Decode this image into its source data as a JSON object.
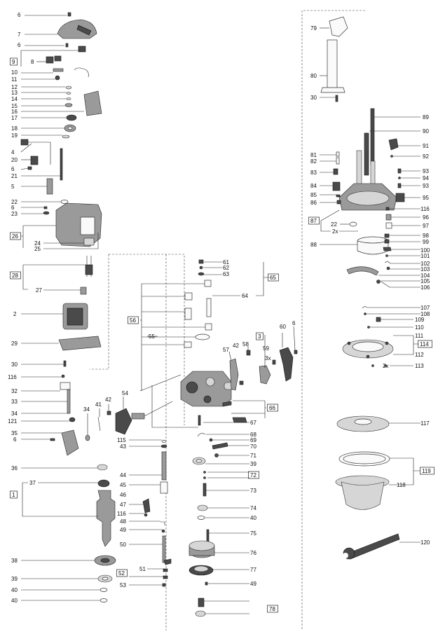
{
  "labels_left": [
    "6",
    "7",
    "6",
    "8",
    "9",
    "10",
    "11",
    "12",
    "13",
    "14",
    "15",
    "16",
    "17",
    "18",
    "19",
    "4",
    "20",
    "6",
    "21",
    "5",
    "22",
    "6",
    "23",
    "26",
    "24",
    "25",
    "28",
    "27",
    "2",
    "29",
    "30",
    "116",
    "32",
    "33",
    "34",
    "121",
    "35",
    "6",
    "36",
    "37",
    "1",
    "38",
    "39",
    "40",
    "40"
  ],
  "labels_mid": [
    "61",
    "62",
    "63",
    "65",
    "64",
    "56",
    "55",
    "3",
    "59",
    "60",
    "6",
    "58",
    "42",
    "57",
    "3x",
    "54",
    "42",
    "41",
    "34",
    "66",
    "67",
    "115",
    "43",
    "68",
    "69",
    "70",
    "71",
    "39",
    "44",
    "45",
    "72",
    "46",
    "73",
    "47",
    "116",
    "74",
    "48",
    "40",
    "49",
    "75",
    "50",
    "76",
    "51",
    "52",
    "77",
    "53",
    "49",
    "78"
  ],
  "labels_right": [
    "79",
    "80",
    "30",
    "89",
    "90",
    "91",
    "92",
    "81",
    "82",
    "83",
    "84",
    "85",
    "86",
    "93",
    "94",
    "93",
    "95",
    "116",
    "87",
    "22",
    "2x",
    "96",
    "97",
    "98",
    "99",
    "88",
    "100",
    "101",
    "102",
    "103",
    "104",
    "105",
    "106",
    "107",
    "108",
    "109",
    "110",
    "111",
    "114",
    "112",
    "2x",
    "113",
    "117",
    "119",
    "118",
    "120"
  ]
}
